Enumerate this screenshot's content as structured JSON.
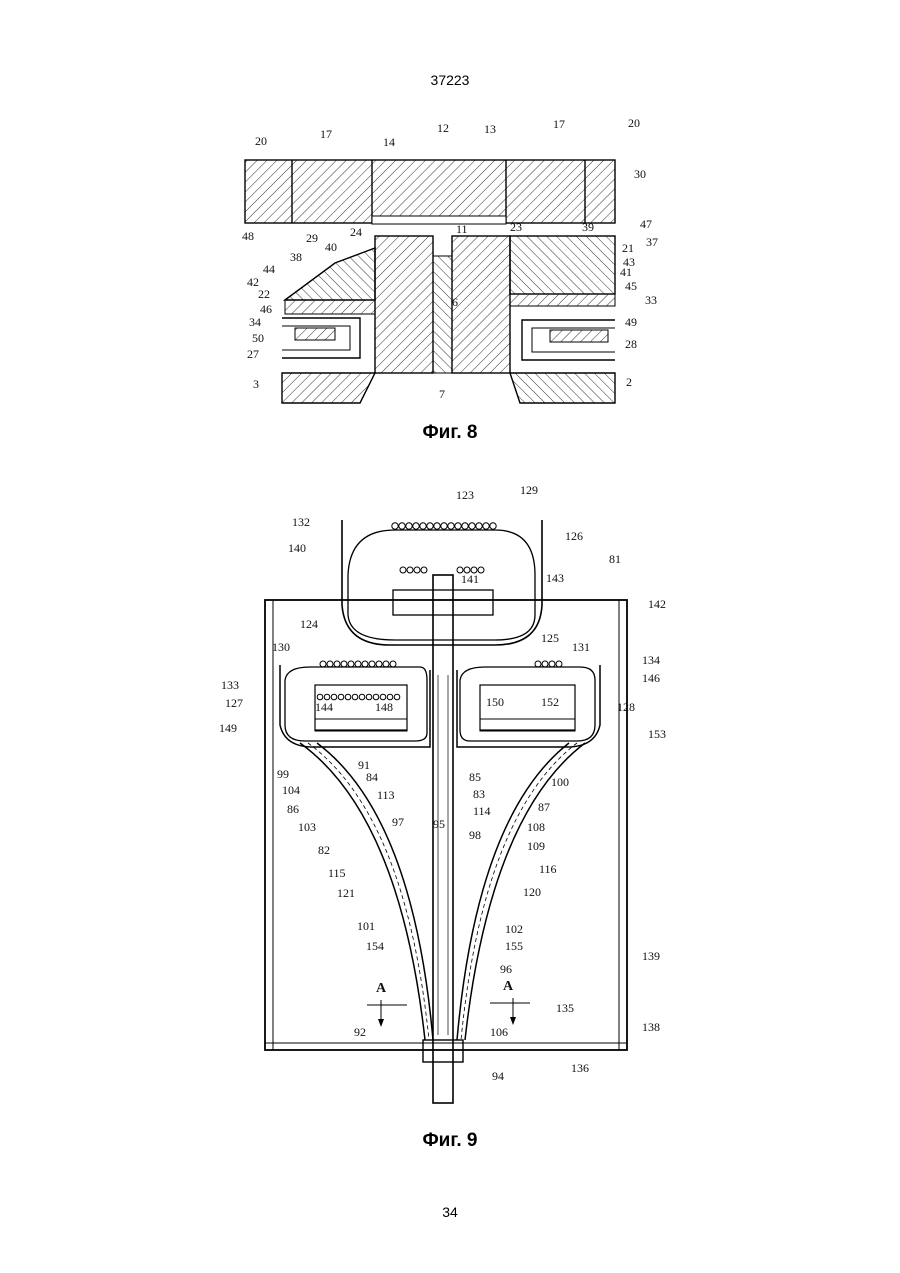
{
  "page": {
    "header_number": "37223",
    "footer_number": "34"
  },
  "figure8": {
    "caption": "Фиг. 8",
    "labels": {
      "l20a": "20",
      "l17a": "17",
      "l14": "14",
      "l12": "12",
      "l13": "13",
      "l17b": "17",
      "l20b": "20",
      "l30": "30",
      "l47": "47",
      "l48": "48",
      "l29": "29",
      "l24": "24",
      "l40": "40",
      "l11": "11",
      "l23": "23",
      "l39": "39",
      "l21": "21",
      "l37": "37",
      "l38": "38",
      "l43": "43",
      "l44": "44",
      "l42": "42",
      "l41": "41",
      "l45": "45",
      "l22": "22",
      "l33": "33",
      "l46": "46",
      "l6": "6",
      "l34": "34",
      "l49": "49",
      "l50": "50",
      "l28": "28",
      "l27": "27",
      "l3": "3",
      "l7": "7",
      "l2": "2"
    }
  },
  "figure9": {
    "caption": "Фиг. 9",
    "labels": {
      "l123": "123",
      "l129": "129",
      "l132": "132",
      "l126": "126",
      "l140": "140",
      "l81": "81",
      "l141": "141",
      "l143": "143",
      "l142": "142",
      "l124": "124",
      "l125": "125",
      "l130": "130",
      "l131": "131",
      "l134": "134",
      "l133": "133",
      "l146": "146",
      "l127": "127",
      "l144": "144",
      "l148": "148",
      "l150": "150",
      "l152": "152",
      "l128": "128",
      "l149": "149",
      "l153": "153",
      "l91": "91",
      "l99": "99",
      "l84": "84",
      "l85": "85",
      "l100": "100",
      "l104": "104",
      "l113": "113",
      "l83": "83",
      "l86": "86",
      "l114": "114",
      "l87": "87",
      "l97": "97",
      "l103": "103",
      "l95": "95",
      "l108": "108",
      "l98": "98",
      "l82": "82",
      "l109": "109",
      "l115": "115",
      "l116": "116",
      "l121": "121",
      "l120": "120",
      "l101": "101",
      "l102": "102",
      "l154": "154",
      "l155": "155",
      "l139": "139",
      "l96": "96",
      "lA1": "А",
      "lA2": "А",
      "l135": "135",
      "l92": "92",
      "l106": "106",
      "l138": "138",
      "l94": "94",
      "l136": "136"
    }
  }
}
